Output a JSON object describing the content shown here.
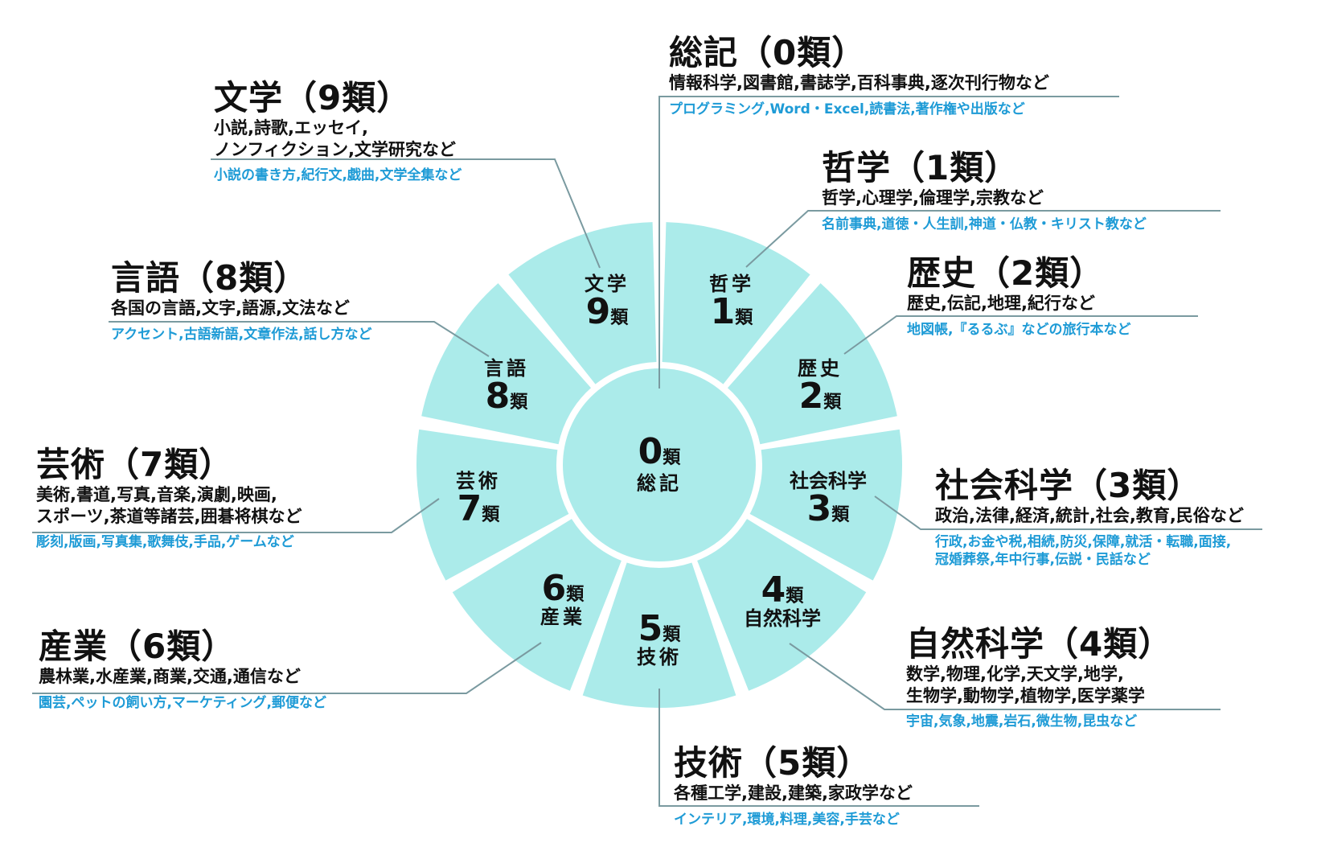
{
  "center": {
    "num": "0",
    "rui": "類",
    "name": "総記"
  },
  "segments": [
    {
      "id": "1",
      "name": "哲学",
      "num": "1",
      "rui": "類"
    },
    {
      "id": "2",
      "name": "歴史",
      "num": "2",
      "rui": "類"
    },
    {
      "id": "3",
      "name": "社会科学",
      "num": "3",
      "rui": "類"
    },
    {
      "id": "4",
      "name": "自然科学",
      "num": "4",
      "rui": "類"
    },
    {
      "id": "5",
      "name": "技術",
      "num": "5",
      "rui": "類"
    },
    {
      "id": "6",
      "name": "産業",
      "num": "6",
      "rui": "類"
    },
    {
      "id": "7",
      "name": "芸術",
      "num": "7",
      "rui": "類"
    },
    {
      "id": "8",
      "name": "言語",
      "num": "8",
      "rui": "類"
    },
    {
      "id": "9",
      "name": "文学",
      "num": "9",
      "rui": "類"
    }
  ],
  "blocks": {
    "c0": {
      "title": "総記（0類）",
      "cats": [
        "情報科学,図書館,書誌学,百科事典,逐次刊行物など"
      ],
      "ex": [
        "プログラミング,Word・Excel,読書法,著作権や出版など"
      ]
    },
    "c1": {
      "title": "哲学（1類）",
      "cats": [
        "哲学,心理学,倫理学,宗教など"
      ],
      "ex": [
        "名前事典,道徳・人生訓,神道・仏教・キリスト教など"
      ]
    },
    "c2": {
      "title": "歴史（2類）",
      "cats": [
        "歴史,伝記,地理,紀行など"
      ],
      "ex": [
        "地図帳,『るるぶ』などの旅行本など"
      ]
    },
    "c3": {
      "title": "社会科学（3類）",
      "cats": [
        "政治,法律,経済,統計,社会,教育,民俗など"
      ],
      "ex": [
        "行政,お金や税,相続,防災,保障,就活・転職,面接,",
        "冠婚葬祭,年中行事,伝説・民話など"
      ]
    },
    "c4": {
      "title": "自然科学（4類）",
      "cats": [
        "数学,物理,化学,天文学,地学,",
        "生物学,動物学,植物学,医学薬学"
      ],
      "ex": [
        "宇宙,気象,地震,岩石,微生物,昆虫など"
      ]
    },
    "c5": {
      "title": "技術（5類）",
      "cats": [
        "各種工学,建設,建築,家政学など"
      ],
      "ex": [
        "インテリア,環境,料理,美容,手芸など"
      ]
    },
    "c6": {
      "title": "産業（6類）",
      "cats": [
        "農林業,水産業,商業,交通,通信など"
      ],
      "ex": [
        "園芸,ペットの飼い方,マーケティング,郵便など"
      ]
    },
    "c7": {
      "title": "芸術（7類）",
      "cats": [
        "美術,書道,写真,音楽,演劇,映画,",
        "スポーツ,茶道等諸芸,囲碁将棋など"
      ],
      "ex": [
        "彫刻,版画,写真集,歌舞伎,手品,ゲームなど"
      ]
    },
    "c8": {
      "title": "言語（8類）",
      "cats": [
        "各国の言語,文字,語源,文法など"
      ],
      "ex": [
        "アクセント,古語新語,文章作法,話し方など"
      ]
    },
    "c9": {
      "title": "文学（9類）",
      "cats": [
        "小説,詩歌,エッセイ,",
        "ノンフィクション,文学研究など"
      ],
      "ex": [
        "小説の書き方,紀行文,戯曲,文学全集など"
      ]
    }
  },
  "colors": {
    "segment": "#abebea",
    "line": "#7a9aa0",
    "example_text": "#1e9bd6"
  }
}
